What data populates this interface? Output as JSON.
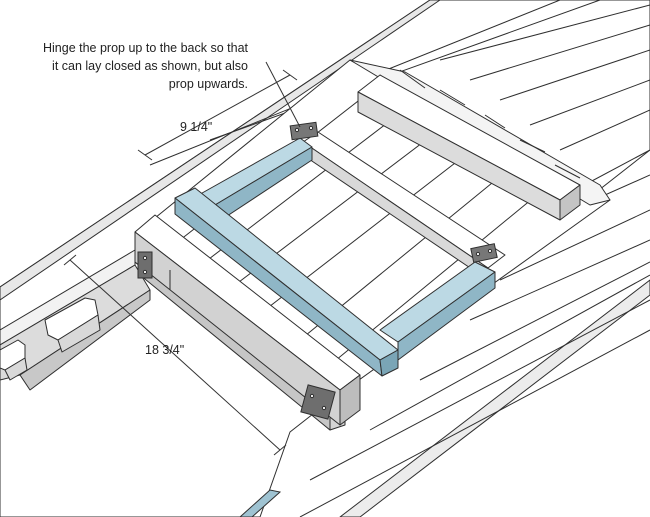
{
  "annotation": {
    "lines": [
      "Hinge the prop up to the back so that",
      "it can lay closed as shown, but also",
      "prop upwards."
    ]
  },
  "dimensions": {
    "prop_width": "9 1/4\"",
    "seat_length": "18 3/4\""
  },
  "colors": {
    "wood_top": "#ffffff",
    "wood_side": "#e3e3e3",
    "wood_dark": "#c9c9c9",
    "prop_top": "#bcd9e4",
    "prop_side": "#8fb6c6",
    "outline": "#2f2f2f",
    "hinge": "#555555"
  }
}
